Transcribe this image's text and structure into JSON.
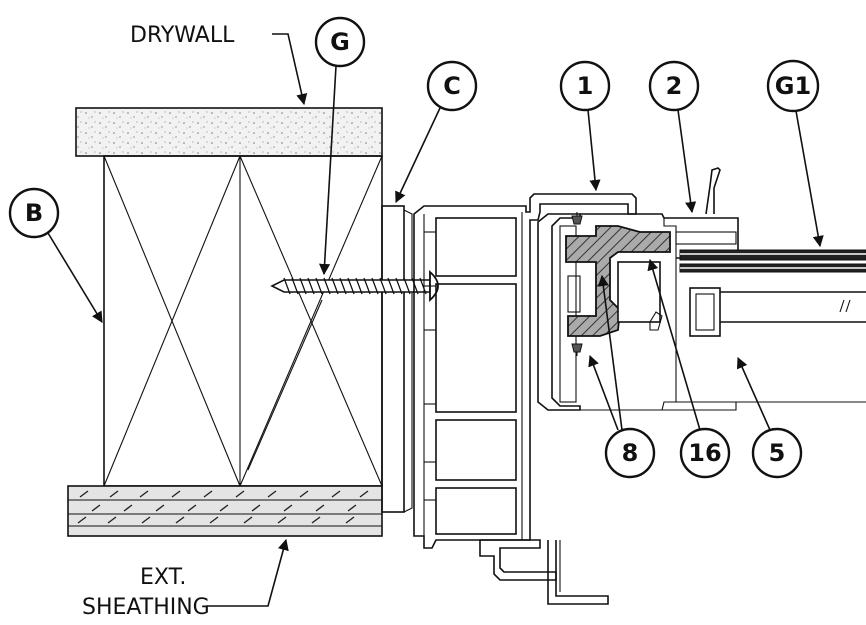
{
  "labels": {
    "drywall": "DRYWALL",
    "ext": "EXT.",
    "sheathing": "SHEATHING"
  },
  "callouts": {
    "g": "G",
    "c": "C",
    "one": "1",
    "two": "2",
    "g1": "G1",
    "b": "B",
    "eight": "8",
    "sixteen": "16",
    "five": "5"
  },
  "colors": {
    "ink": "#111111",
    "sheathing_fill": "#dddddd",
    "drywall_fill": "#f3f3f3",
    "gasket_fill": "#9a9a9a"
  }
}
